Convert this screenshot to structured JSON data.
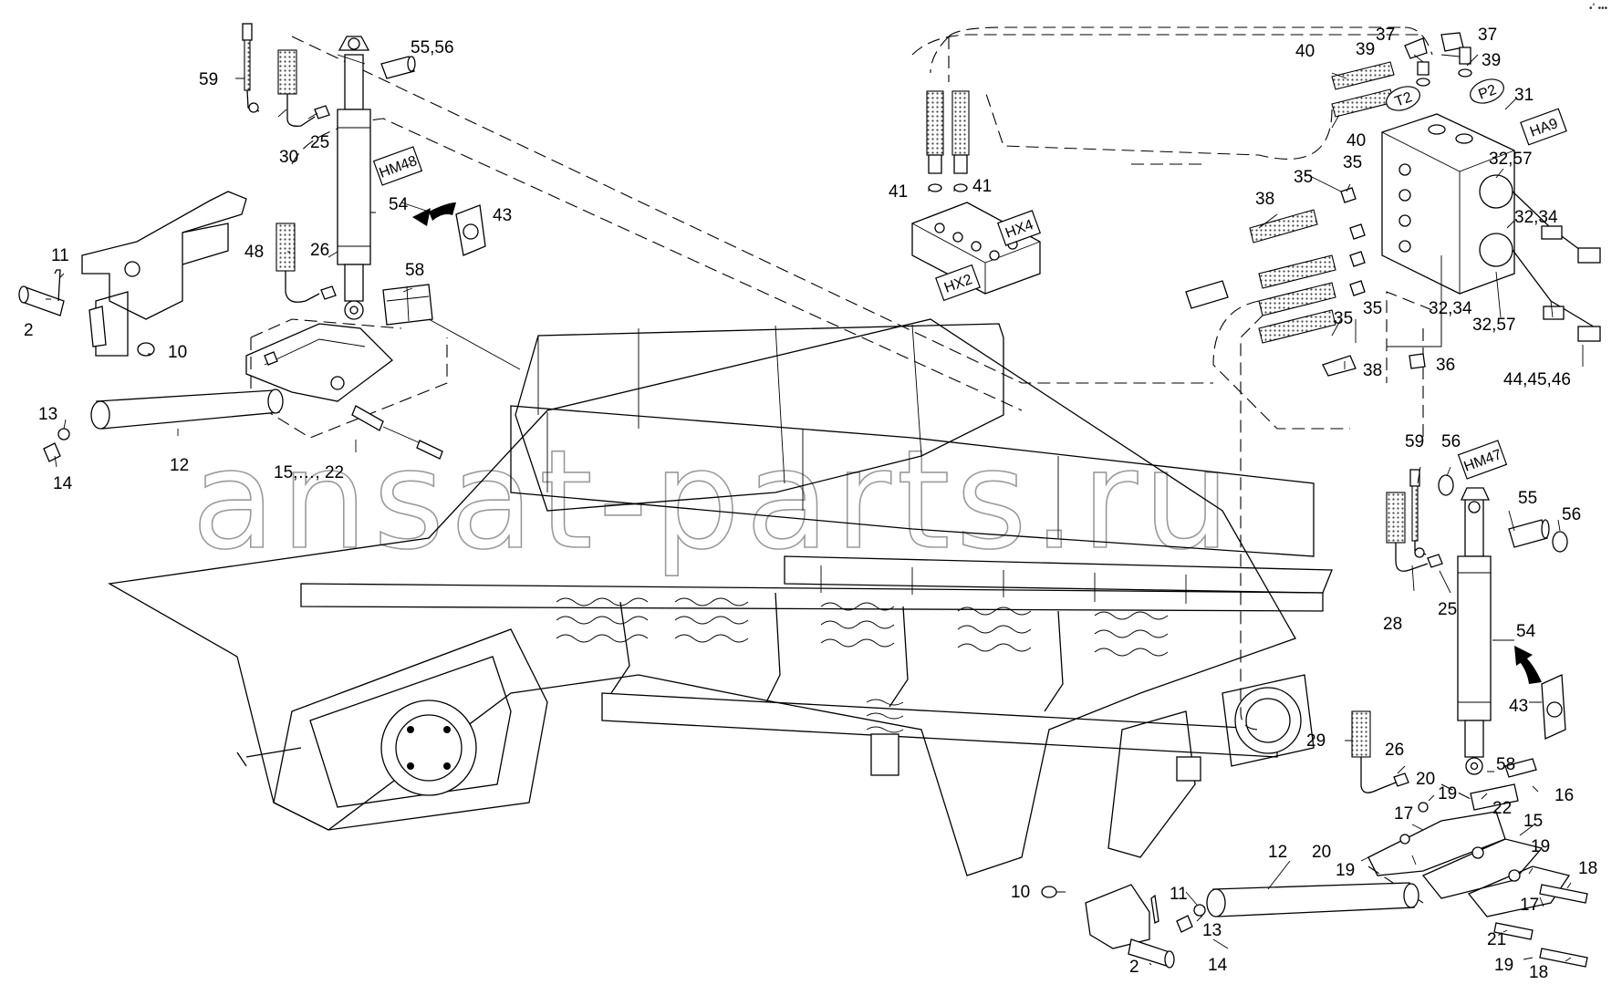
{
  "watermark": "ansat-parts.ru",
  "corner_mark": "•˚ •••",
  "tags": {
    "hm48": "HM48",
    "hm47": "HM47",
    "hx4": "HX4",
    "hx2": "HX2",
    "ha9": "HA9",
    "t2": "T2",
    "p2": "P2"
  },
  "callouts": {
    "c59a": "59",
    "c55_56a": "55,56",
    "c30": "30",
    "c25a": "25",
    "c54a": "54",
    "c43a": "43",
    "c48": "48",
    "c26a": "26",
    "c58a": "58",
    "c11a": "11",
    "c2a": "2",
    "c10a": "10",
    "c13a": "13",
    "c14a": "14",
    "c12a": "12",
    "c15_22": "15,…, 22",
    "c41a": "41",
    "c41b": "41",
    "c40a": "40",
    "c40b": "40",
    "c39a": "39",
    "c39b": "39",
    "c37a": "37",
    "c37b": "37",
    "c31": "31",
    "c32_57a": "32,57",
    "c32_34a": "32,34",
    "c35a": "35",
    "c35b": "35",
    "c35c": "35",
    "c35d": "35",
    "c38a": "38",
    "c38b": "38",
    "c36": "36",
    "c32_34b": "32,34",
    "c32_57b": "32,57",
    "c44_46": "44,45,46",
    "c59b": "59",
    "c56a": "56",
    "c55": "55",
    "c56b": "56",
    "c28": "28",
    "c25b": "25",
    "c54b": "54",
    "c43b": "43",
    "c29": "29",
    "c26b": "26",
    "c58b": "58",
    "c16": "16",
    "c20a": "20",
    "c19a": "19",
    "c22": "22",
    "c17a": "17",
    "c15": "15",
    "c20b": "20",
    "c19b": "19",
    "c19c": "19",
    "c18a": "18",
    "c17b": "17",
    "c12b": "12",
    "c10b": "10",
    "c11b": "11",
    "c13b": "13",
    "c21": "21",
    "c19d": "19",
    "c18b": "18",
    "c2b": "2",
    "c14b": "14"
  }
}
